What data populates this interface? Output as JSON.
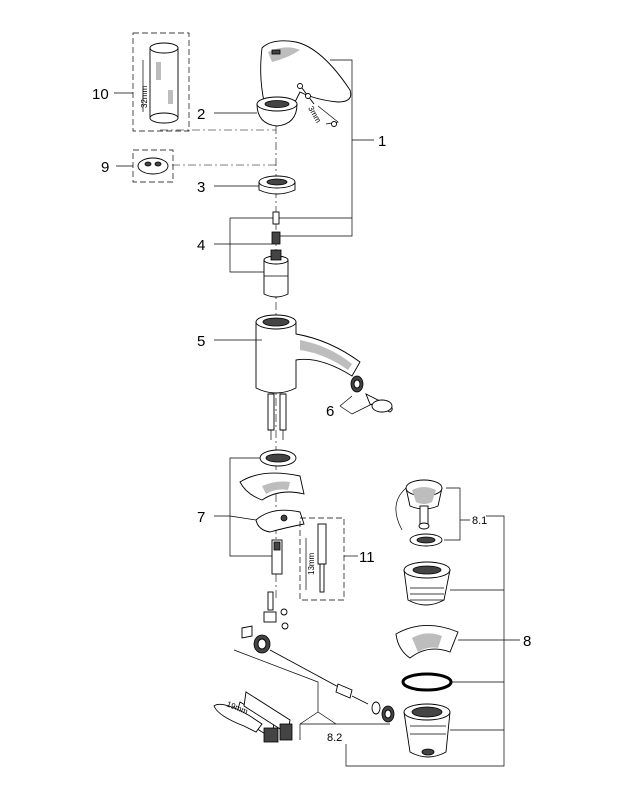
{
  "callouts": {
    "c1": "1",
    "c2": "2",
    "c3": "3",
    "c4": "4",
    "c5": "5",
    "c6": "6",
    "c7": "7",
    "c8": "8",
    "c81": "8.1",
    "c82": "8.2",
    "c9": "9",
    "c10": "10",
    "c11": "11"
  },
  "dimensions": {
    "d32": "32mm",
    "d3": "3mm",
    "d13": "13mm",
    "d19": "19mm"
  }
}
